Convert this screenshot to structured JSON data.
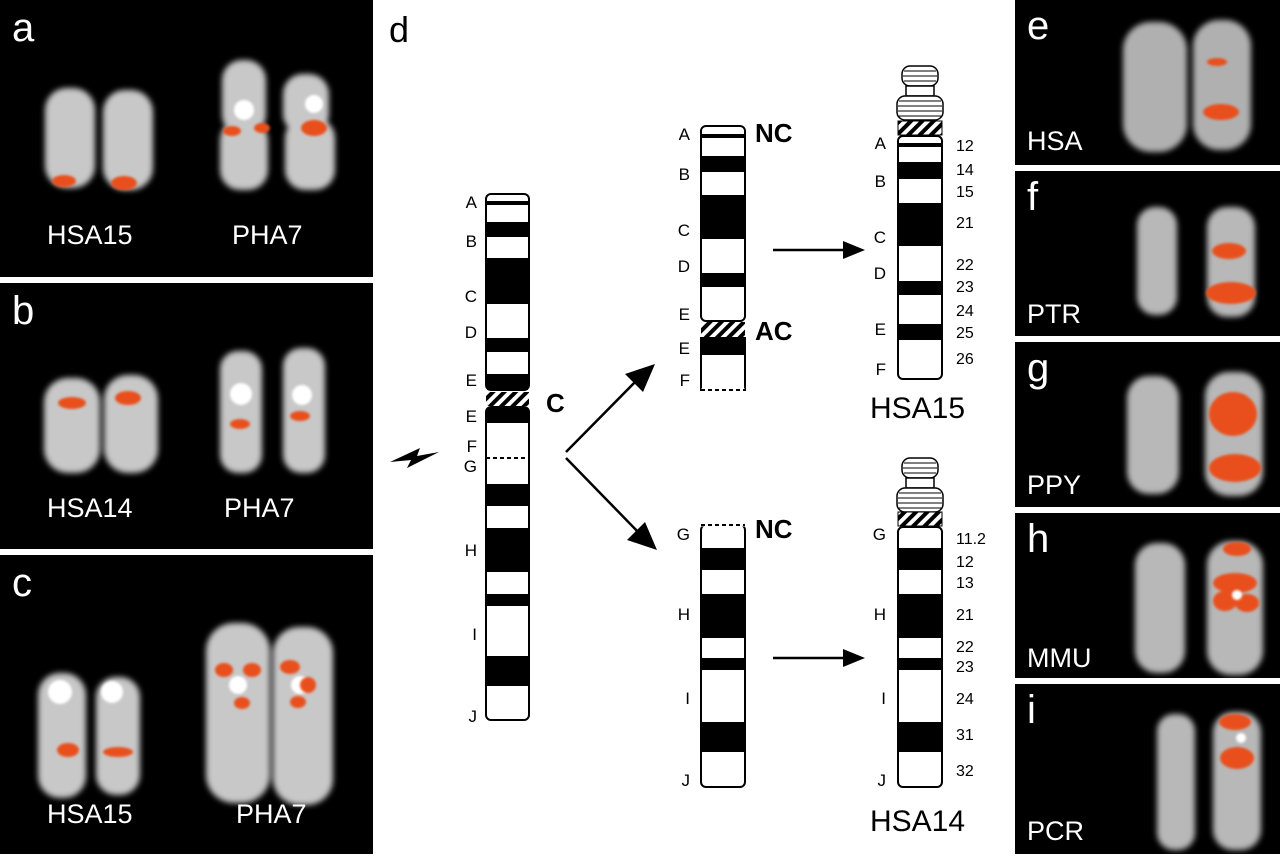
{
  "colors": {
    "panel_background": "#000000",
    "chromosome": "#cfcfcf",
    "signal": "#e8501a",
    "band_dark": "#000000",
    "band_light": "#ffffff"
  },
  "panels": {
    "a": {
      "letter": "a",
      "left_label": "HSA15",
      "right_label": "PHA7"
    },
    "b": {
      "letter": "b",
      "left_label": "HSA14",
      "right_label": "PHA7"
    },
    "c": {
      "letter": "c",
      "left_label": "HSA15",
      "right_label": "PHA7"
    },
    "e": {
      "letter": "e",
      "label": "HSA"
    },
    "f": {
      "letter": "f",
      "label": "PTR"
    },
    "g": {
      "letter": "g",
      "label": "PPY"
    },
    "h": {
      "letter": "h",
      "label": "MMU"
    },
    "i": {
      "letter": "i",
      "label": "PCR"
    }
  },
  "diagram": {
    "letter": "d",
    "ancestral": {
      "band_letters": [
        "A",
        "B",
        "C",
        "D",
        "E",
        "E",
        "F",
        "G",
        "H",
        "I",
        "J"
      ],
      "centromere_label": "C",
      "break_icon": "lightning-bolt-icon"
    },
    "upper_derivative": {
      "band_letters": [
        "A",
        "B",
        "C",
        "D",
        "E",
        "E",
        "F"
      ],
      "top_label": "NC",
      "centromere_label": "AC"
    },
    "lower_derivative": {
      "band_letters": [
        "G",
        "H",
        "I",
        "J"
      ],
      "top_label": "NC"
    },
    "hsa15": {
      "name": "HSA15",
      "band_letters": [
        "A",
        "B",
        "C",
        "D",
        "E",
        "F"
      ],
      "band_numbers": [
        "12",
        "14",
        "15",
        "21",
        "22",
        "23",
        "24",
        "25",
        "26"
      ]
    },
    "hsa14": {
      "name": "HSA14",
      "band_letters": [
        "G",
        "H",
        "I",
        "J"
      ],
      "band_numbers": [
        "11.2",
        "12",
        "13",
        "21",
        "22",
        "23",
        "24",
        "31",
        "32"
      ]
    }
  }
}
